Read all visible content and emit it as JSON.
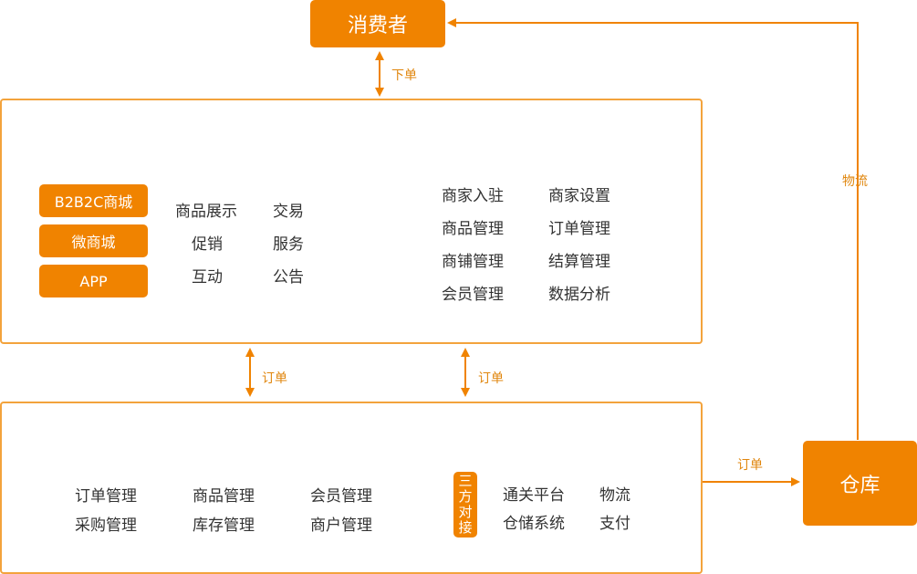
{
  "consumer": "消费者",
  "warehouse": "仓库",
  "edge_labels": {
    "place_order": "下单",
    "order_left": "订单",
    "order_right": "订单",
    "order_to_warehouse": "订单",
    "logistics": "物流"
  },
  "top_panel": {
    "channels": [
      "B2B2C商城",
      "微商城",
      "APP"
    ],
    "features_col1": [
      "商品展示",
      "促销",
      "互动"
    ],
    "features_col2": [
      "交易",
      "服务",
      "公告"
    ],
    "merchant_col1": [
      "商家入驻",
      "商品管理",
      "商铺管理",
      "会员管理"
    ],
    "merchant_col2": [
      "商家设置",
      "订单管理",
      "结算管理",
      "数据分析"
    ]
  },
  "bottom_panel": {
    "col1": [
      "订单管理",
      "采购管理"
    ],
    "col2": [
      "商品管理",
      "库存管理"
    ],
    "col3": [
      "会员管理",
      "商户管理"
    ],
    "integration_tag": "三方对接",
    "integration_col1": [
      "通关平台",
      "仓储系统"
    ],
    "integration_col2": [
      "物流",
      "支付"
    ]
  },
  "colors": {
    "accent": "#f08300",
    "border": "#f3a33c",
    "label": "#e0860d",
    "text": "#333333"
  }
}
